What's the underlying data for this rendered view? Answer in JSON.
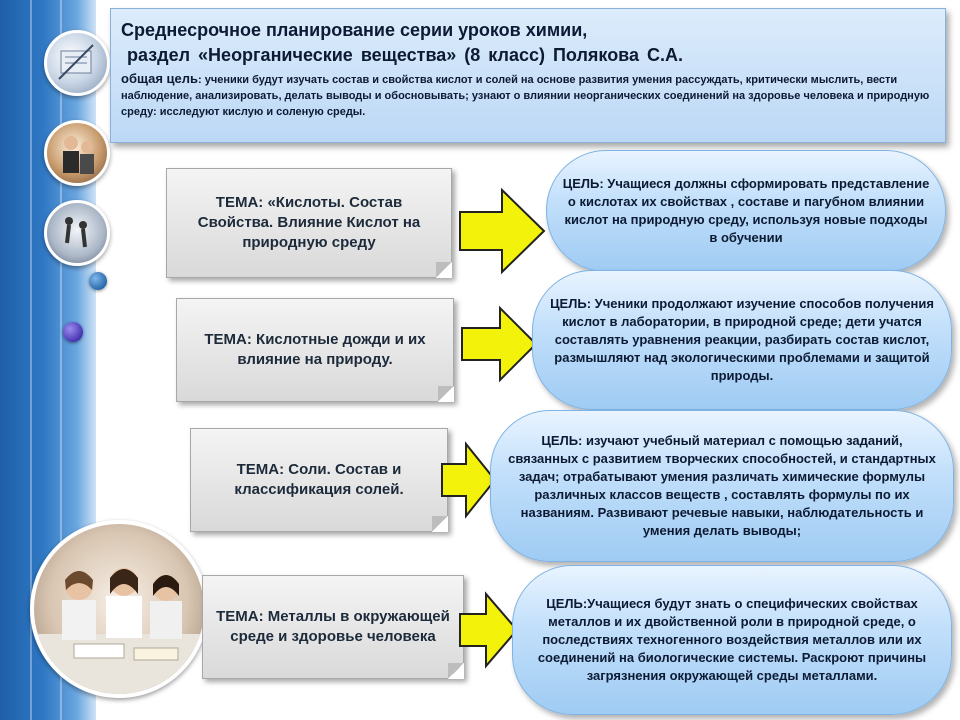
{
  "header": {
    "title": "Среднесрочное планирование серии уроков химии,",
    "subtitle": "раздел «Неорганические вещества» (8 класс) Полякова С.А.",
    "goal_label": "общая цель",
    "goal_text": ": ученики будут изучать состав и свойства кислот и солей на основе развития умения рассуждать, критически мыслить, вести наблюдение, анализировать, делать выводы и обосновывать; узнают о влиянии неорганических соединений на здоровье человека и природную среду: исследуют кислую и соленую среды."
  },
  "rows": [
    {
      "topic": "ТЕМА: «Кислоты. Состав Свойства. Влияние Кислот на природную среду",
      "goal": "ЦЕЛЬ: Учащиеся должны сформировать представление о кислотах их свойствах , составе и пагубном влиянии кислот на природную среду, используя новые подходы в обучении"
    },
    {
      "topic": "ТЕМА: Кислотные дожди и их влияние на природу.",
      "goal": "ЦЕЛЬ: Ученики продолжают изучение способов получения кислот в лаборатории, в природной среде; дети учатся составлять уравнения реакции, разбирать состав кислот, размышляют над экологическими проблемами и защитой природы."
    },
    {
      "topic": "ТЕМА: Соли. Состав и классификация солей.",
      "goal": "ЦЕЛЬ: изучают учебный материал с помощью заданий, связанных с развитием творческих способностей, и стандартных задач; отрабатывают умения различать химические формулы различных классов веществ , составлять формулы по их названиям. Развивают речевые навыки, наблюдательность и умения делать выводы;"
    },
    {
      "topic": "ТЕМА: Металлы в окружающей среде и здоровье человека",
      "goal": "ЦЕЛЬ:Учащиеся будут знать о специфических свойствах металлов и их двойственной роли в природной среде, о последствиях техногенного воздействия металлов или их соединений на биологические системы. Раскроют причины загрязнения окружающей среды металлами."
    }
  ],
  "colors": {
    "arrow_fill": "#f2f20a",
    "arrow_stroke": "#222222",
    "header_bg": "#c9e0f8",
    "goal_bg": "#b5d8f7",
    "panel_blue": "#2f78c4"
  }
}
